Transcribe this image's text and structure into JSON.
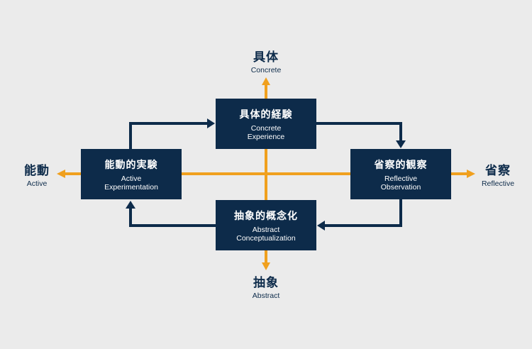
{
  "poles": {
    "top": {
      "jp": "具体",
      "en": "Concrete"
    },
    "bottom": {
      "jp": "抽象",
      "en": "Abstract"
    },
    "left": {
      "jp": "能動",
      "en": "Active"
    },
    "right": {
      "jp": "省察",
      "en": "Reflective"
    }
  },
  "stages": {
    "concrete_experience": {
      "jp": "具体的経験",
      "en1": "Concrete",
      "en2": "Experience"
    },
    "reflective_observation": {
      "jp": "省察的観察",
      "en1": "Reflective",
      "en2": "Observation"
    },
    "abstract_conceptualization": {
      "jp": "抽象的概念化",
      "en1": "Abstract",
      "en2": "Conceptualization"
    },
    "active_experimentation": {
      "jp": "能動的実験",
      "en1": "Active",
      "en2": "Experimentation"
    }
  },
  "colors": {
    "background": "#ebebeb",
    "box": "#0d2b4a",
    "axis": "#f0a01e",
    "text": "#0d2b4a"
  }
}
